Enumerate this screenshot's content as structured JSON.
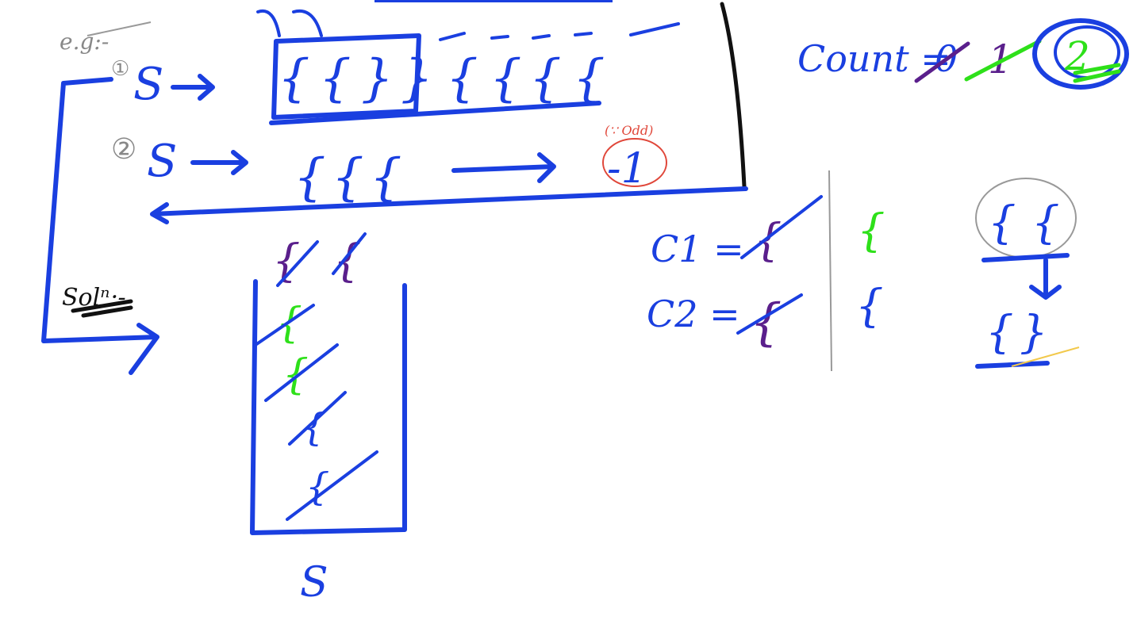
{
  "labels": {
    "eg": "e.g:-",
    "case1_num": "①",
    "case1_s": "S",
    "case2_num": "②",
    "case2_s": "S",
    "sol": "Solⁿ:-",
    "stack_name": "S",
    "odd_note": "(∵ Odd)",
    "minus_one": "-1",
    "count_label": "Count =",
    "count_0": "0",
    "count_1": "1",
    "count_2": "2",
    "c1_label": "C1 =",
    "c2_label": "C2 ="
  },
  "braces": {
    "open": "{",
    "close": "}"
  }
}
